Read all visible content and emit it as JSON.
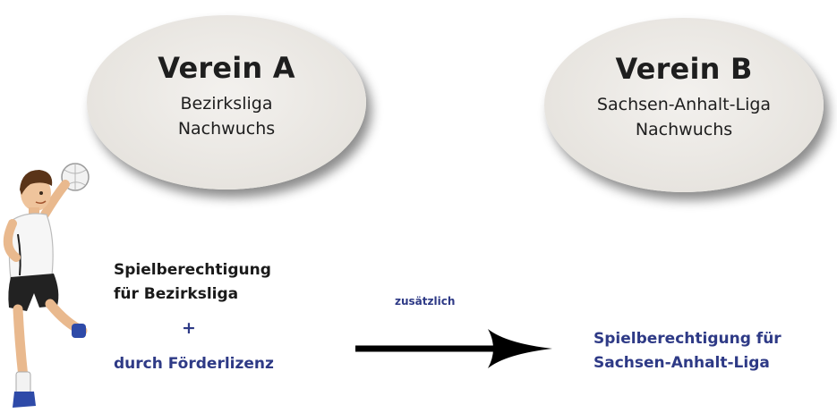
{
  "verein_a": {
    "title": "Verein A",
    "line1": "Bezirksliga",
    "line2": "Nachwuchs"
  },
  "verein_b": {
    "title": "Verein B",
    "line1": "Sachsen-Anhalt-Liga",
    "line2": "Nachwuchs"
  },
  "left_text": {
    "line1": "Spielberechtigung",
    "line2": "für Bezirksliga",
    "plus": "+",
    "line3": "durch Förderlizenz"
  },
  "arrow_label": "zusätzlich",
  "right_text": {
    "line1": "Spielberechtigung für",
    "line2": "Sachsen-Anhalt-Liga"
  },
  "colors": {
    "blue_text": "#2e3a86",
    "ellipse_fill": "#e7e4df"
  },
  "icons": {
    "player": "handball-player-illustration",
    "arrow": "right-arrow"
  }
}
